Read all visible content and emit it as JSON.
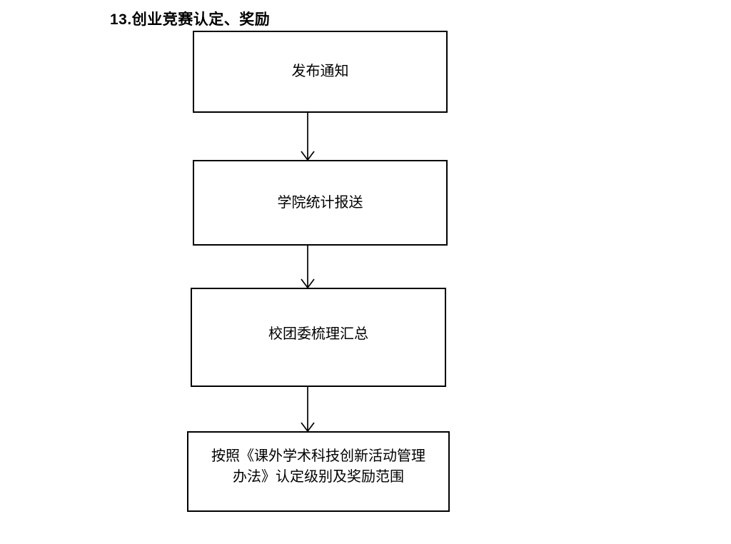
{
  "page": {
    "title": "13.创业竞赛认定、奖励"
  },
  "colors": {
    "background": "#ffffff",
    "line": "#000000",
    "text": "#000000"
  },
  "flowchart": {
    "type": "vertical-flow",
    "direction": "top-to-bottom",
    "connectors": [
      "arrow-down",
      "arrow-down",
      "arrow-down"
    ],
    "steps": [
      {
        "label": "发布通知",
        "lines": [
          "发布通知"
        ]
      },
      {
        "label": "学院统计报送",
        "lines": [
          "学院统计报送"
        ]
      },
      {
        "label": "校团委梳理汇总",
        "lines": [
          "校团委梳理汇总"
        ]
      },
      {
        "label": "按照《课外学术科技创新活动管理办法》认定级别及奖励范围",
        "lines": [
          "按照《课外学术科技创新活动管理",
          "办法》认定级别及奖励范围"
        ]
      }
    ]
  }
}
